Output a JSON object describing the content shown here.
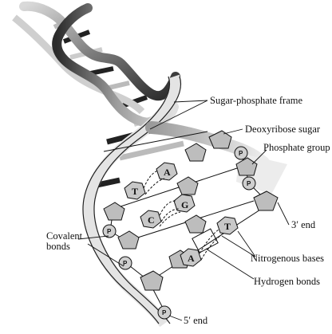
{
  "labels": {
    "sugar_phosphate_frame": "Sugar-phosphate frame",
    "deoxyribose_sugar": "Deoxyribose sugar",
    "phosphate_group": "Phosphate group",
    "three_prime_end": "3′ end",
    "covalent_bonds_line1": "Covalent",
    "covalent_bonds_line2": "bonds",
    "nitrogenous_bases": "Nitrogenous bases",
    "hydrogen_bonds": "Hydrogen bonds",
    "five_prime_end": "5′ end"
  },
  "bases": {
    "t1": "T",
    "a1": "A",
    "c1": "C",
    "g1": "G",
    "a2": "A",
    "t2": "T"
  },
  "phosphates": {
    "symbol": "P"
  },
  "colors": {
    "strand_dark": "#3a3a3a",
    "strand_mid": "#8a8a8a",
    "strand_light": "#d8d8d8",
    "sugar_fill": "#bdbdbd",
    "base_fill": "#c8c8c8",
    "phosphate_fill": "#cfcfcf"
  }
}
